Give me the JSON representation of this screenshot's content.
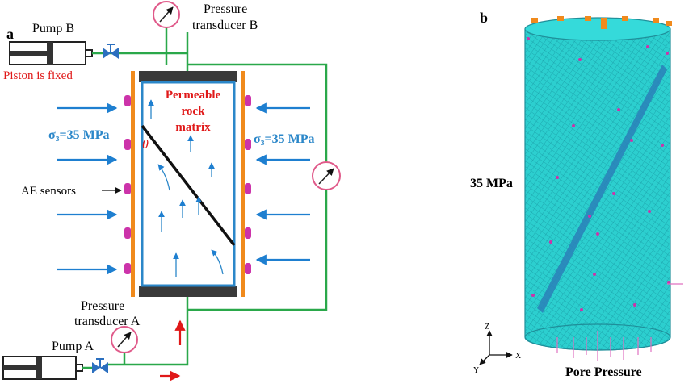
{
  "panel_a": {
    "label": "a",
    "pump_b": "Pump B",
    "piston_fixed": "Piston is fixed",
    "pressure_transducer_b_line1": "Pressure",
    "pressure_transducer_b_line2": "transducer B",
    "matrix_line1": "Permeable",
    "matrix_line2": "rock",
    "matrix_line3": "matrix",
    "sigma_left": "σ₃=35 MPa",
    "sigma_right": "σ₃=35 MPa",
    "theta": "θ",
    "ae_sensors": "AE sensors",
    "pressure_transducer_a_line1": "Pressure",
    "pressure_transducer_a_line2": "transducer A",
    "pump_a": "Pump A"
  },
  "panel_b": {
    "label": "b",
    "confining": "35 MPa",
    "pore_pressure": "Pore Pressure",
    "axis_z": "Z",
    "axis_x": "X",
    "axis_y": "Y"
  },
  "colors": {
    "arrow_blue": "#1e7fd0",
    "pipe_green": "#2aa84a",
    "frame_orange": "#f08a1c",
    "sensor_magenta": "#cc33aa",
    "mesh_cyan": "#2ccfcf",
    "text_red": "#e01818",
    "text_blue": "#2b87c9"
  }
}
